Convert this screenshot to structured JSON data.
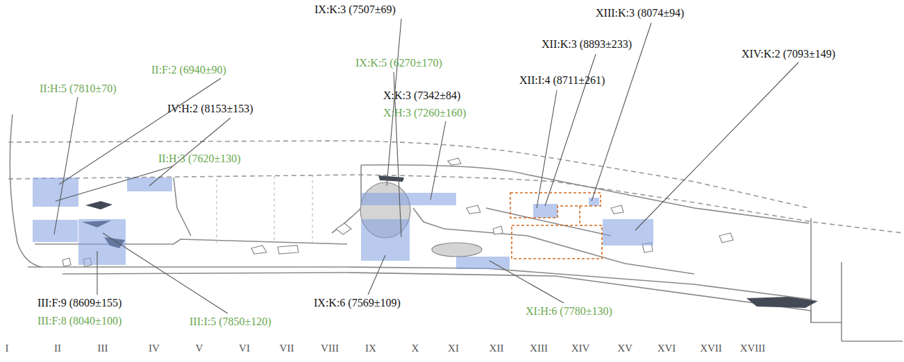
{
  "diagram": {
    "labels": [
      "IX:K:3 (7507±69)",
      "XIII:K:3 (8074±94)",
      "XII:K:3 (8893±233)",
      "XIV:K:2 (7093±149)",
      "II:F:2 (6940±90)",
      "IX:K:5 (6270±170)",
      "II:H:5 (7810±70)",
      "XII:I:4 (8711±261)",
      "IV:H:2 (8153±153)",
      "X:K:3 (7342±84)",
      "X:H:3 (7260±160)",
      "II:H:3 (7620±130)",
      "III:F:9 (8609±155)",
      "III:F:8 (8040±100)",
      "IX:K:6 (7569±109)",
      "XI:H:6 (7780±130)",
      "III:I:5 (7850±120)",
      "I",
      "II",
      "III",
      "IV",
      "V",
      "VI",
      "VII",
      "VIII",
      "IX",
      "X",
      "XI",
      "XII",
      "XIII",
      "XIV",
      "XV",
      "XVI",
      "XVII",
      "XVIII"
    ]
  }
}
